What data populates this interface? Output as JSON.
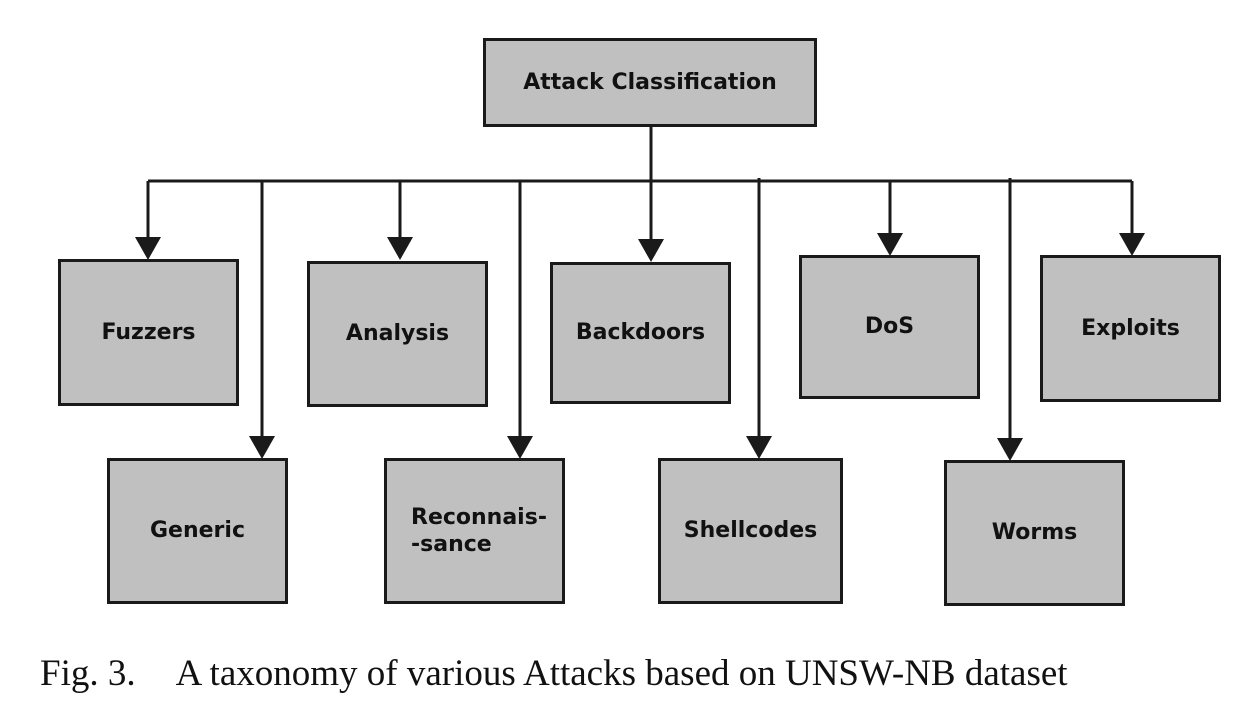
{
  "root": {
    "label": "Attack Classification"
  },
  "categories": [
    {
      "key": "fuzzers",
      "label": "Fuzzers",
      "row": 1
    },
    {
      "key": "generic",
      "label": "Generic",
      "row": 2
    },
    {
      "key": "analysis",
      "label": "Analysis",
      "row": 1
    },
    {
      "key": "reconnaissance",
      "label_line1": "Reconnais-",
      "label_line2": "-sance",
      "row": 2
    },
    {
      "key": "backdoors",
      "label": "Backdoors",
      "row": 1
    },
    {
      "key": "shellcodes",
      "label": "Shellcodes",
      "row": 2
    },
    {
      "key": "dos",
      "label": "DoS",
      "row": 1
    },
    {
      "key": "worms",
      "label": "Worms",
      "row": 2
    },
    {
      "key": "exploits",
      "label": "Exploits",
      "row": 1
    }
  ],
  "caption": {
    "figure_label": "Fig. 3.",
    "text": "A taxonomy of various Attacks based on UNSW-NB dataset"
  },
  "colors": {
    "box_fill": "#c0c0c0",
    "stroke": "#1a1a1a"
  }
}
